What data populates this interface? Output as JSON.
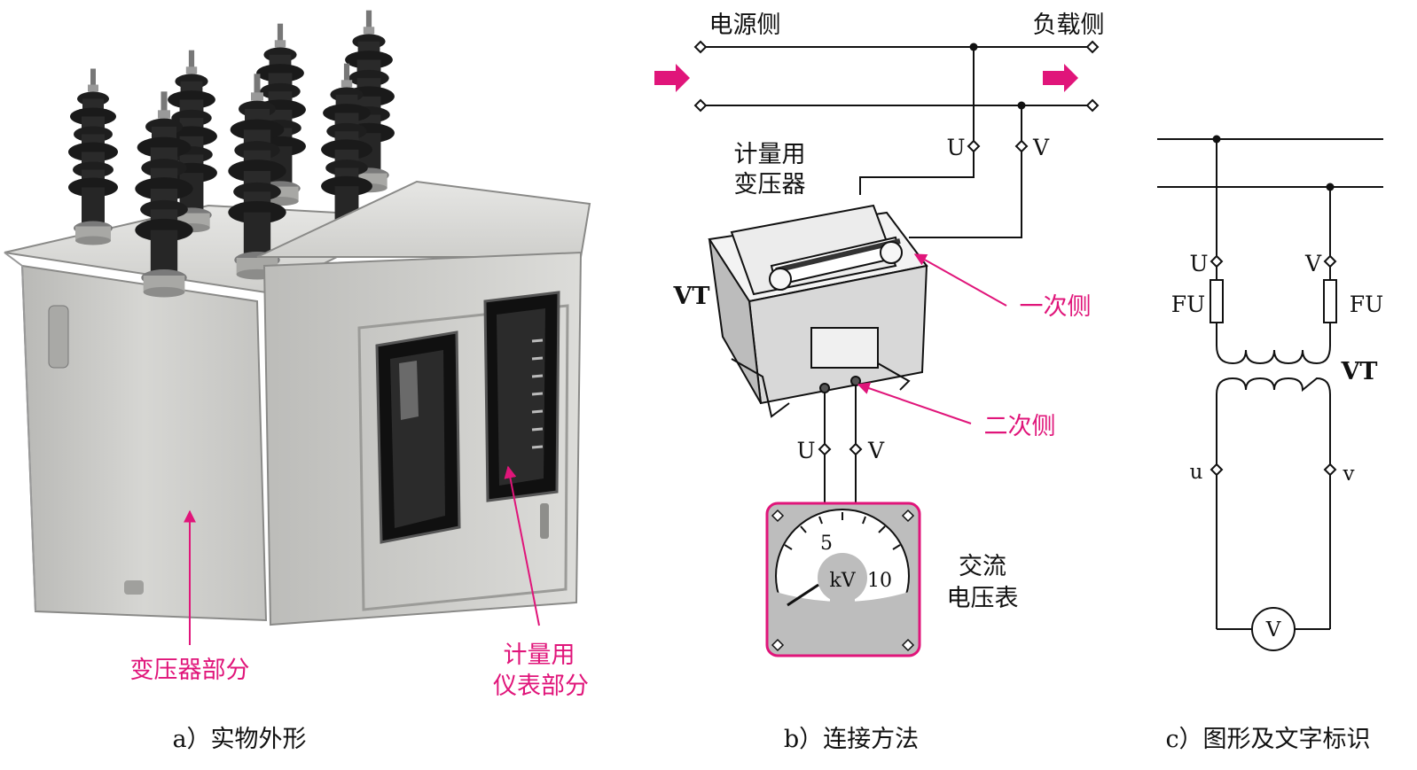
{
  "panel_a": {
    "transformer_label": "变压器部分",
    "meter_label_line1": "计量用",
    "meter_label_line2": "仪表部分",
    "caption": "a）实物外形"
  },
  "panel_b": {
    "source_side": "电源侧",
    "load_side": "负载侧",
    "vt_name_line1": "计量用",
    "vt_name_line2": "变压器",
    "vt": "VT",
    "terminal_u_top": "U",
    "terminal_v_top": "V",
    "primary_side": "一次侧",
    "secondary_side": "二次侧",
    "terminal_u_bottom": "U",
    "terminal_v_bottom": "V",
    "meter_line1": "交流",
    "meter_line2": "电压表",
    "dial_5": "5",
    "dial_10": "10",
    "dial_unit": "kV",
    "caption": "b）连接方法"
  },
  "panel_c": {
    "u_upper": "U",
    "v_upper": "V",
    "fu_left": "FU",
    "fu_right": "FU",
    "vt": "VT",
    "u_lower": "u",
    "v_lower": "v",
    "meter_symbol": "V",
    "caption": "c）图形及文字标识"
  },
  "colors": {
    "accent": "#e0157a",
    "line": "#111111",
    "metal": "#c9c9c6",
    "insulator": "#1e1e1e",
    "meter_frame": "#e0157a",
    "meter_face": "#bdbdbd"
  }
}
